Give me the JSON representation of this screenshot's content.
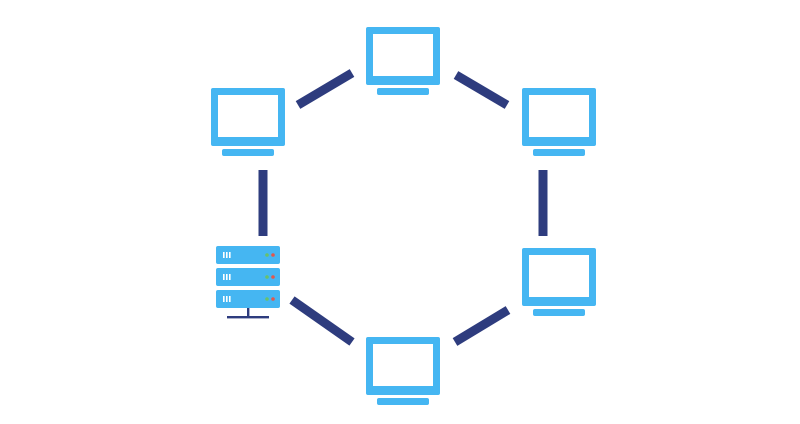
{
  "diagram": {
    "type": "ring-network-topology",
    "colors": {
      "device": "#45B6F2",
      "screen": "#FFFFFF",
      "link": "#2E3C7E",
      "server_led_green": "#69C16B",
      "server_led_red": "#E2574C"
    },
    "nodes": [
      {
        "id": "monitor-top",
        "kind": "monitor",
        "icon": "computer-monitor-icon"
      },
      {
        "id": "monitor-upper-right",
        "kind": "monitor",
        "icon": "computer-monitor-icon"
      },
      {
        "id": "monitor-lower-right",
        "kind": "monitor",
        "icon": "computer-monitor-icon"
      },
      {
        "id": "monitor-bottom",
        "kind": "monitor",
        "icon": "computer-monitor-icon"
      },
      {
        "id": "server-lower-left",
        "kind": "server",
        "icon": "server-rack-icon"
      },
      {
        "id": "monitor-upper-left",
        "kind": "monitor",
        "icon": "computer-monitor-icon"
      }
    ],
    "links": [
      [
        "monitor-top",
        "monitor-upper-right"
      ],
      [
        "monitor-upper-right",
        "monitor-lower-right"
      ],
      [
        "monitor-lower-right",
        "monitor-bottom"
      ],
      [
        "monitor-bottom",
        "server-lower-left"
      ],
      [
        "server-lower-left",
        "monitor-upper-left"
      ],
      [
        "monitor-upper-left",
        "monitor-top"
      ]
    ]
  }
}
